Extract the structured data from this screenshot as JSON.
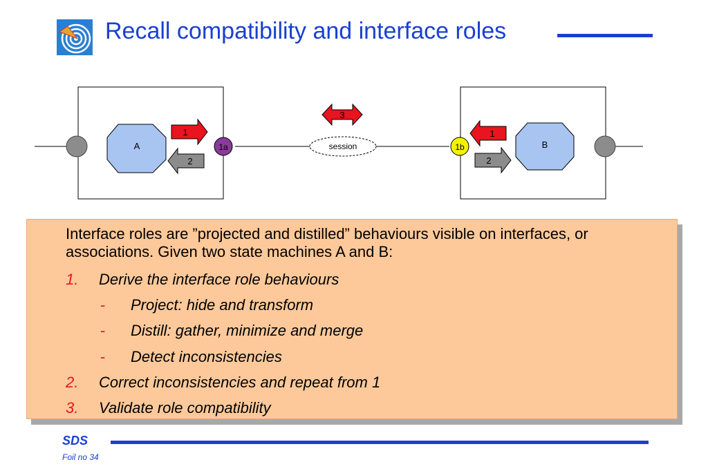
{
  "header": {
    "title": "Recall compatibility and interface roles",
    "accent_color": "#1a40d0"
  },
  "diagram": {
    "state_a": "A",
    "state_b": "B",
    "port_a": "1a",
    "port_b": "1b",
    "session": "session",
    "arrow_a_out": "1",
    "arrow_a_in": "2",
    "arrow_session": "3",
    "arrow_b_in": "1",
    "arrow_b_out": "2",
    "colors": {
      "red_arrow": "#e8141e",
      "grey_arrow": "#8c8c8c",
      "port_a": "#8a3a9a",
      "port_b": "#f2f200",
      "state_fill": "#a8c4f0"
    }
  },
  "content": {
    "intro": "Interface roles are ”projected and distilled” behaviours visible on interfaces, or associations. Given two state machines A and B:",
    "items": [
      {
        "num": "1.",
        "text": "Derive the interface role behaviours"
      },
      {
        "dash": "-",
        "text": "Project: hide and transform"
      },
      {
        "dash": "-",
        "text": "Distill: gather, minimize and merge"
      },
      {
        "dash": "-",
        "text": "Detect inconsistencies"
      },
      {
        "num": "2.",
        "text": "Correct inconsistencies and repeat from 1"
      },
      {
        "num": "3.",
        "text": "Validate role compatibility"
      }
    ]
  },
  "footer": {
    "org": "SDS",
    "foil": "Foil no 34"
  }
}
